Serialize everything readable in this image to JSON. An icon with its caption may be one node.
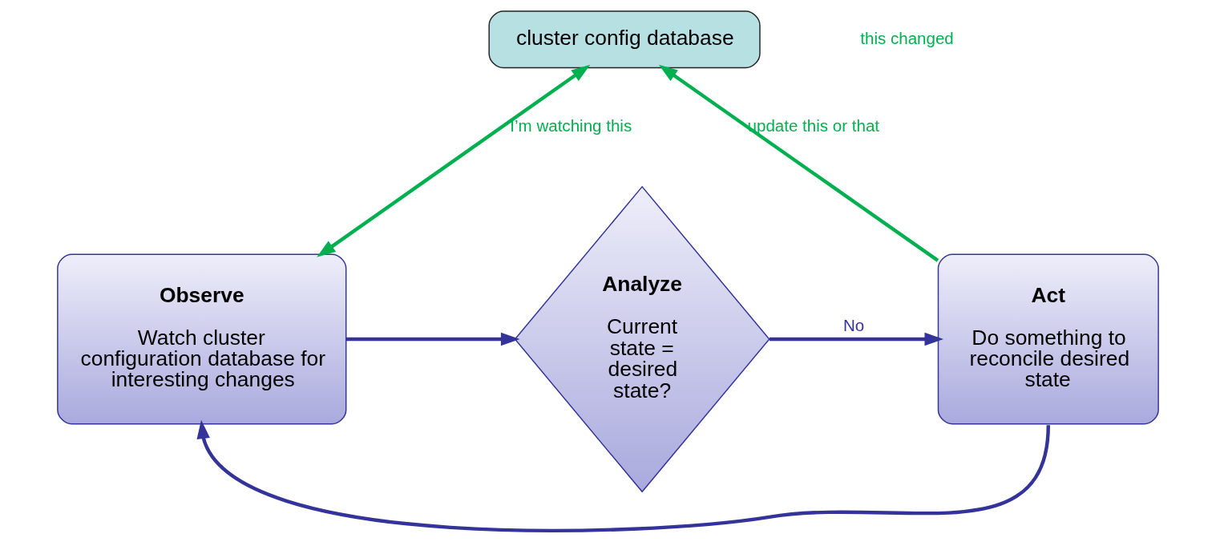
{
  "diagram": {
    "nodes": [
      {
        "text": [
          "cluster config database"
        ]
      },
      {
        "text": [
          "Observe",
          "Watch cluster configuration database for interesting changes"
        ]
      },
      {
        "text": [
          "Analyze",
          "Current state = desired state?"
        ]
      },
      {
        "text": [
          "Act",
          "Do something to reconcile desired state"
        ]
      }
    ],
    "edges": [
      {
        "from": 1,
        "to": 0,
        "arrow": "both",
        "label": "I’m watching this",
        "color": "#00b050"
      },
      {
        "from": 1,
        "to": 2,
        "arrow": "to"
      },
      {
        "from": 2,
        "to": 3,
        "arrow": "to",
        "label": "No"
      },
      {
        "from": 3,
        "to": 1,
        "arrow": "to"
      },
      {
        "from": 3,
        "to": 0,
        "arrow": "to",
        "label": "update this or that",
        "color": "#00b050"
      }
    ],
    "labels": [
      "this changed"
    ]
  }
}
